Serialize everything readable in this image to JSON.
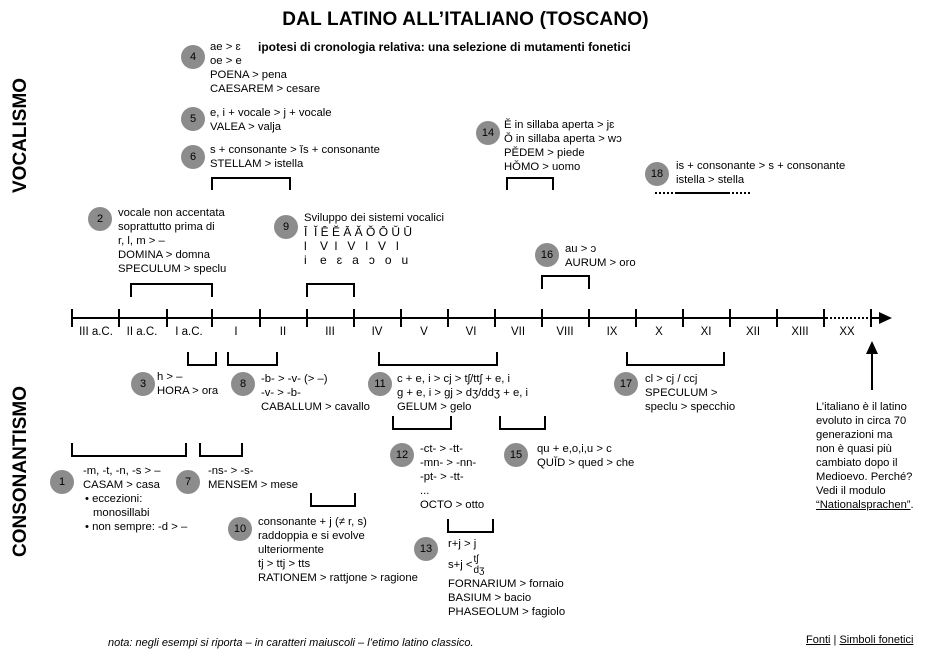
{
  "title": "DAL LATINO ALL’ITALIANO (TOSCANO)",
  "subtitle": "ipotesi di cronologia relativa: una selezione di mutamenti fonetici",
  "side_labels": {
    "top": "VOCALISMO",
    "bottom": "CONSONANTISMO"
  },
  "centuries": [
    "III a.C.",
    "II a.C.",
    "I a.C.",
    "I",
    "II",
    "III",
    "IV",
    "V",
    "VI",
    "VII",
    "VIII",
    "IX",
    "X",
    "XI",
    "XII",
    "XIII",
    "XX"
  ],
  "changes": {
    "c1": {
      "num": "1",
      "lines": [
        "-m, -t, -n, -s > –",
        "CASAM > casa"
      ],
      "bullets": [
        "eccezioni:",
        "monosillabi",
        "non sempre: -d > –"
      ]
    },
    "c2": {
      "num": "2",
      "lines": [
        "vocale non accentata",
        "soprattutto prima di",
        "r, l, m > –",
        "DOMINA > domna",
        "SPECULUM > speclu"
      ]
    },
    "c3": {
      "num": "3",
      "lines": [
        "h > –",
        "HORA > ora"
      ]
    },
    "c4": {
      "num": "4",
      "lines": [
        "ae > ɛ",
        "oe > e",
        "POENA > pena",
        "CAESAREM > cesare"
      ]
    },
    "c5": {
      "num": "5",
      "lines": [
        "e, i + vocale > j + vocale",
        "VALEA > valja"
      ]
    },
    "c6": {
      "num": "6",
      "lines": [
        "s + consonante > ĭs + consonante",
        "STELLAM > istella"
      ]
    },
    "c7": {
      "num": "7",
      "lines": [
        "-ns- > -s-",
        "MENSEM > mese"
      ]
    },
    "c8": {
      "num": "8",
      "lines": [
        "-b- > -v- (> –)",
        "-v- > -b-",
        "CABALLUM > cavallo"
      ]
    },
    "c9": {
      "num": "9",
      "lines": [
        "Sviluppo dei sistemi vocalici",
        "Ī  Ĭ Ē Ĕ Ā Ă Ŏ Ō Ŭ Ū",
        "l    V  l   V   l   V   l",
        "i    e   ɛ   a   ɔ   o   u"
      ]
    },
    "c10": {
      "num": "10",
      "lines": [
        "consonante + j (≠ r, s)",
        "raddoppia e si evolve",
        "ulteriormente",
        "tj > ttj > tts",
        "RATIONEM > rattjone > ragione"
      ]
    },
    "c11": {
      "num": "11",
      "lines": [
        "c + e, i > cj > tʃ/ttʃ + e, i",
        "g + e, i > gj > dʒ/ddʒ + e, i",
        "GELUM > gelo"
      ]
    },
    "c12": {
      "num": "12",
      "lines": [
        "-ct- > -tt-",
        "-mn- > -nn-",
        "-pt- > -tt-",
        "...",
        "OCTO > otto"
      ]
    },
    "c13": {
      "num": "13",
      "lines": [
        "r+j > j",
        "s+j <",
        "FORNARIUM > fornaio",
        "BASIUM > bacio",
        "PHASEOLUM > fagiolo"
      ],
      "split": [
        "tʃ",
        "dʒ"
      ]
    },
    "c14": {
      "num": "14",
      "lines": [
        "Ĕ in sillaba aperta > jɛ",
        "Ŏ in sillaba aperta > wɔ",
        "PĔDEM > piede",
        "HŎMO > uomo"
      ]
    },
    "c15": {
      "num": "15",
      "lines": [
        "qu + e,o,i,u > c",
        "QUĬD > qued > che"
      ]
    },
    "c16": {
      "num": "16",
      "lines": [
        "au > ɔ",
        "AURUM > oro"
      ]
    },
    "c17": {
      "num": "17",
      "lines": [
        "cl > cj / ccj",
        "SPECULUM >",
        "speclu > specchio"
      ]
    },
    "c18": {
      "num": "18",
      "lines": [
        "is + consonante > s + consonante",
        "istella > stella"
      ]
    }
  },
  "final_note": {
    "text": "L’italiano è il latino\nevoluto in circa 70\ngenerazioni ma\nnon è quasi più\ncambiato dopo il\nMedioevo. Perché?\nVedi il modulo",
    "link": "“Nationalsprachen”",
    "tail": "."
  },
  "footnote": "nota: negli esempi si riporta – in caratteri maiuscoli – l’etimo latino classico.",
  "links": {
    "fonti": "Fonti",
    "separator": "|",
    "simboli": "Simboli fonetici"
  }
}
